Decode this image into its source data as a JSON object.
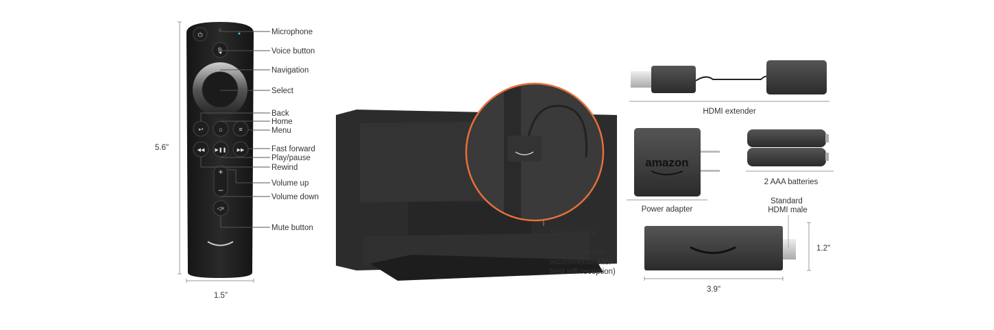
{
  "remote": {
    "labels": {
      "microphone": "Microphone",
      "voice": "Voice button",
      "navigation": "Navigation",
      "select": "Select",
      "back": "Back",
      "home": "Home",
      "menu": "Menu",
      "fast_forward": "Fast forward",
      "play_pause": "Play/pause",
      "rewind": "Rewind",
      "volume_up": "Volume up",
      "volume_down": "Volume down",
      "mute": "Mute button"
    },
    "height": "5.6\"",
    "width": "1.5\""
  },
  "tv": {
    "callout": [
      "Plugs into TV",
      "HDMI port",
      "(HDMI extender",
      "recommended for",
      "best wifi reception)"
    ],
    "callout_color": "#e8703a"
  },
  "accessories": {
    "hdmi_extender": "HDMI extender",
    "power_adapter": "Power adapter",
    "power_adapter_logo": "amazon",
    "batteries": "2 AAA batteries",
    "hdmi_male": [
      "Standard",
      "HDMI male"
    ],
    "stick_length": "3.9\"",
    "stick_height": "1.2\""
  }
}
